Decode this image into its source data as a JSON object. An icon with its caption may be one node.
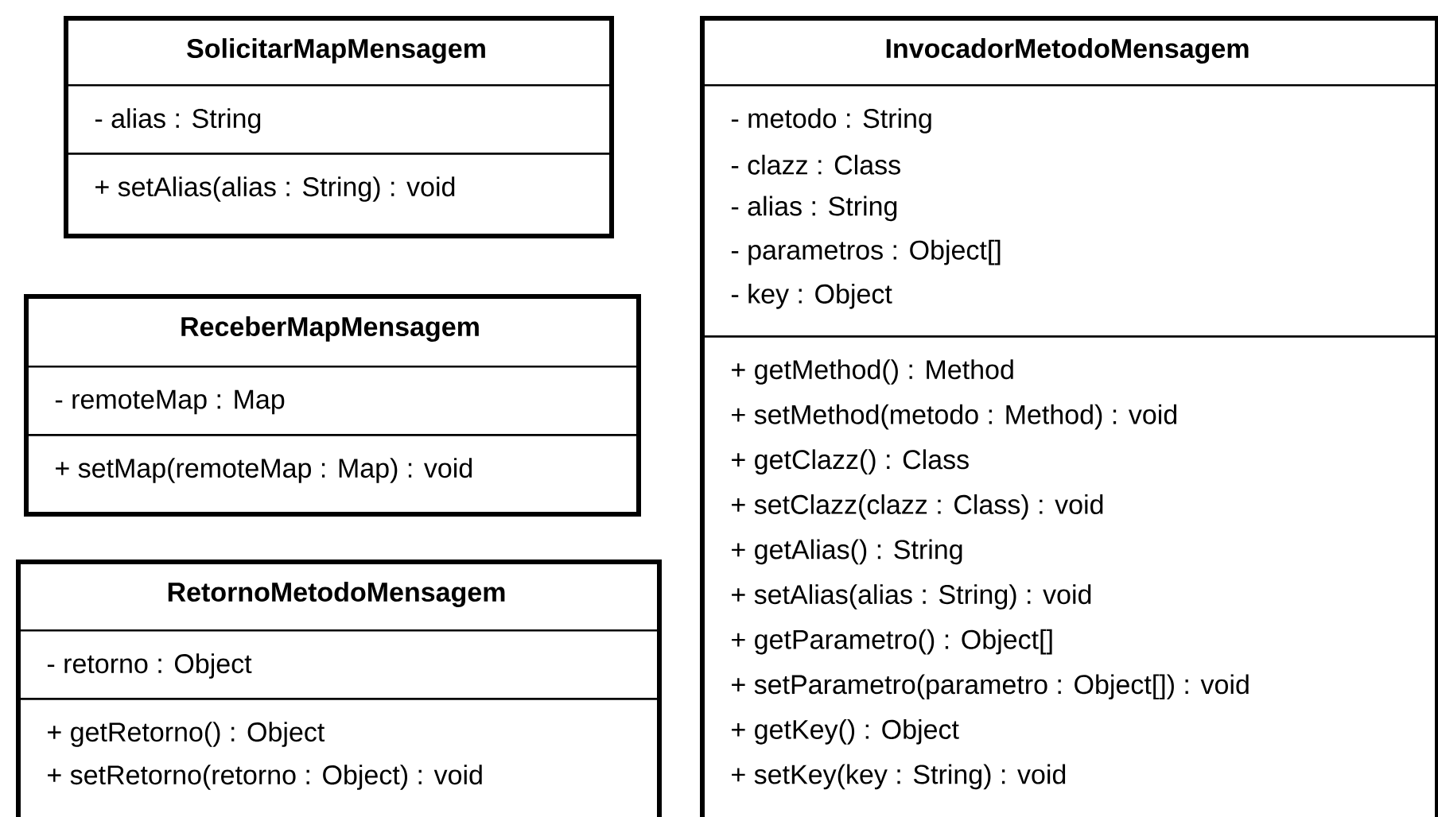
{
  "diagram": {
    "nodes": [
      {
        "text": [
          "SolicitarMapMensagem"
        ]
      },
      {
        "text": [
          "- alias : String"
        ],
        "in": 0
      },
      {
        "text": [
          "+ setAlias(alias : String) : void"
        ],
        "in": 0
      },
      {
        "text": [
          "InvocadorMetodoMensagem"
        ]
      },
      {
        "text": [
          "- metodo : String",
          "- clazz : Class",
          "- alias : String",
          "- parametros : Object[]",
          "- key : Object"
        ],
        "in": 3
      },
      {
        "text": [
          "+ getMethod() : Method",
          "+ setMethod(metodo : Method) : void",
          "+ getClazz() : Class",
          "+ setClazz(clazz : Class) : void",
          "+ getAlias() : String",
          "+ setAlias(alias : String) : void",
          "+ getParametro() : Object[]",
          "+ setParametro(parametro : Object[]) : void",
          "+ getKey() : Object",
          "+ setKey(key : String) : void"
        ],
        "in": 3
      },
      {
        "text": [
          "ReceberMapMensagem"
        ]
      },
      {
        "text": [
          "- remoteMap : Map"
        ],
        "in": 6
      },
      {
        "text": [
          "+ setMap(remoteMap : Map) : void"
        ],
        "in": 6
      },
      {
        "text": [
          "RetornoMetodoMensagem"
        ]
      },
      {
        "text": [
          "- retorno : Object"
        ],
        "in": 9
      },
      {
        "text": [
          "+ getRetorno() : Object",
          "+ setRetorno(retorno : Object) : void"
        ],
        "in": 9
      }
    ]
  }
}
